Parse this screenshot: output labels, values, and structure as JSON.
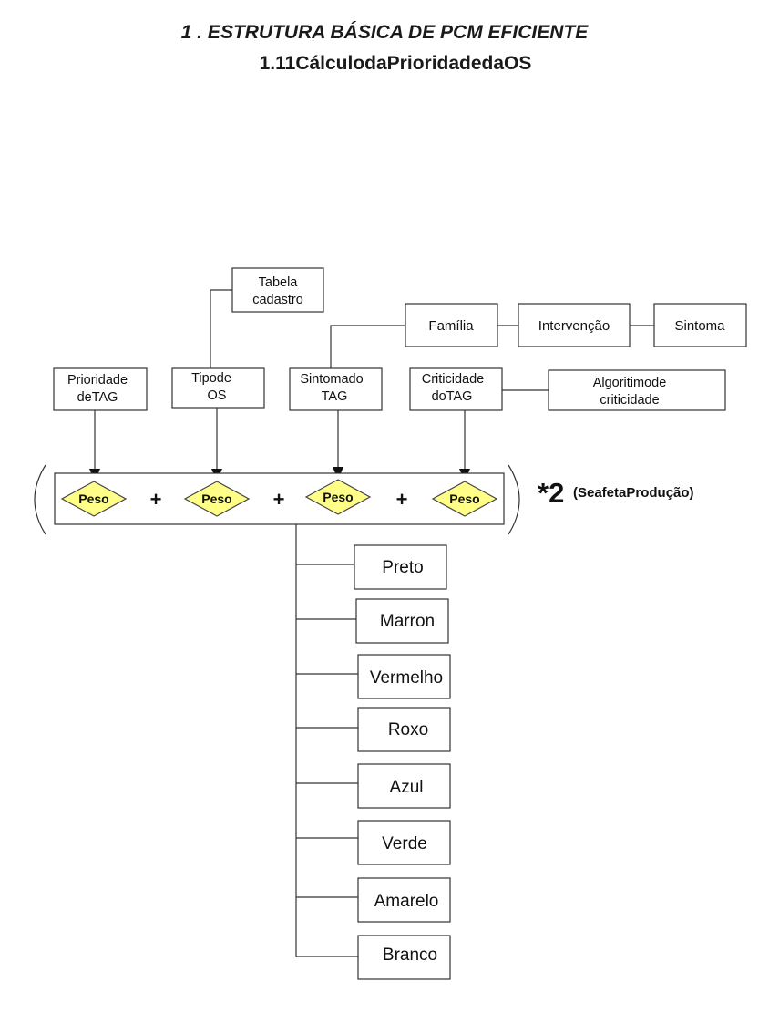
{
  "header": {
    "title": "1 . ESTRUTURA BÁSICA DE PCM EFICIENTE",
    "subtitle": "1.11CálculodaPrioridadedaOS"
  },
  "top_boxes": {
    "tabela": [
      "Tabela",
      "cadastro"
    ],
    "familia": "Família",
    "intervencao": "Intervenção",
    "sintoma": "Sintoma",
    "algoritimo": [
      "Algoritimode",
      "criticidade"
    ]
  },
  "inputs": [
    {
      "lines": [
        "Prioridade",
        "deTAG"
      ]
    },
    {
      "lines": [
        "Tipode",
        "OS"
      ]
    },
    {
      "lines": [
        "Sintomado",
        "TAG"
      ]
    },
    {
      "lines": [
        "Criticidade",
        "doTAG"
      ]
    }
  ],
  "formula": {
    "weight_label": "Peso",
    "operator": "+",
    "multiplier": "*2",
    "multiplier_note": "(SeafetaProdução)"
  },
  "colors_list": [
    "Preto",
    "Marron",
    "Vermelho",
    "Roxo",
    "Azul",
    "Verde",
    "Amarelo",
    "Branco"
  ],
  "style": {
    "diamond_fill": "#ffff88",
    "line_color": "#333333"
  }
}
